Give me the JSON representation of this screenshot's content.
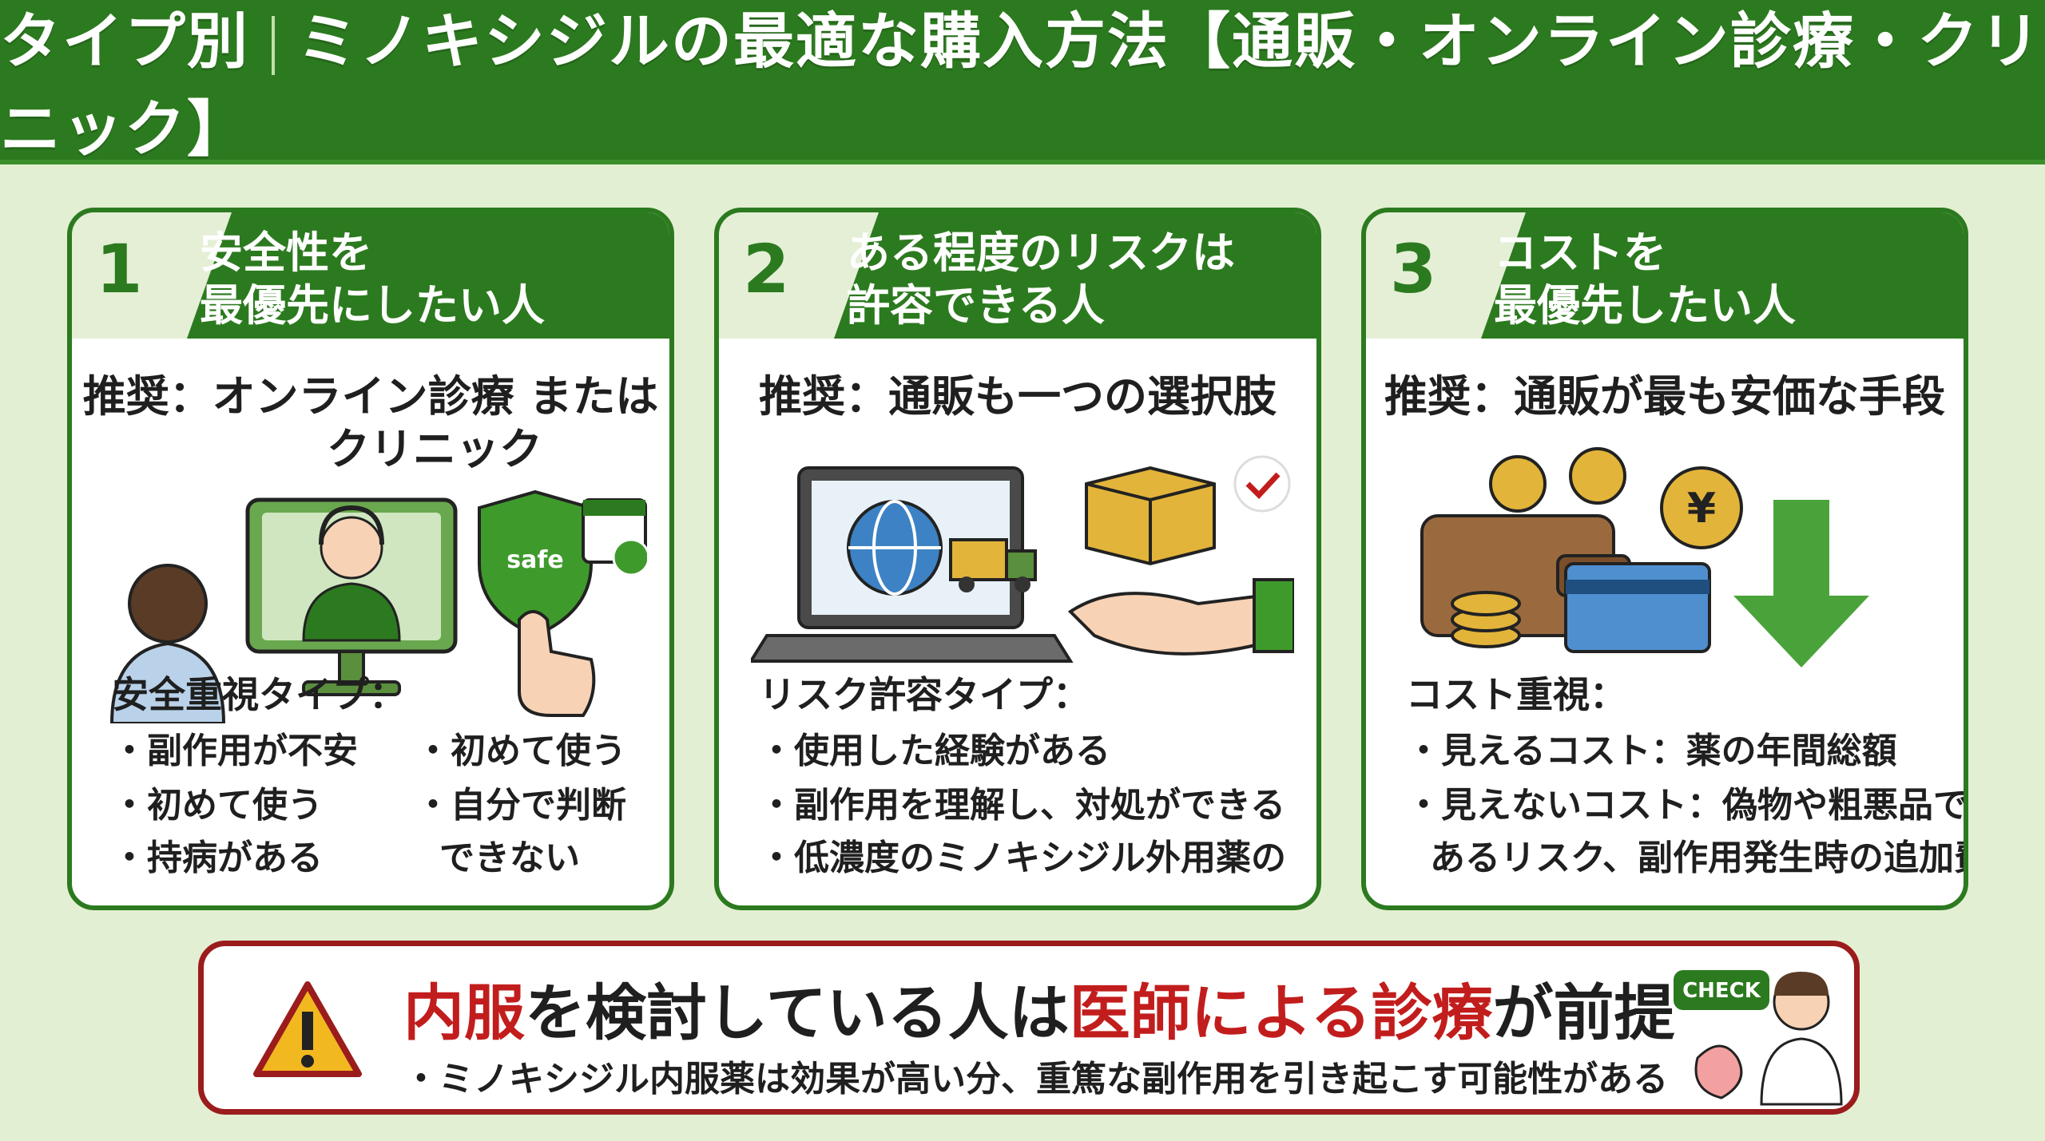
{
  "header": {
    "left": "タイプ別",
    "right": "ミノキシジルの最適な購入方法【通販・オンライン診療・クリニック】"
  },
  "cards": [
    {
      "num": "1",
      "title_line1": "安全性を",
      "title_line2": "最優先にしたい人",
      "rec_line1": "推奨：オンライン診療 または",
      "rec_line2": "クリニック",
      "icon_text": "safe",
      "sub_title": "安全重視タイプ：",
      "bullets": [
        "・副作用が不安",
        "・初めて使う",
        "・持病がある",
        "・初めて使う",
        "・自分で判断",
        "できない"
      ]
    },
    {
      "num": "2",
      "title_line1": "ある程度のリスクは",
      "title_line2": "許容できる人",
      "rec_line1": "推奨：通販も一つの選択肢",
      "sub_title": "リスク許容タイプ：",
      "bullets": [
        "・使用した経験がある",
        "・副作用を理解し、対処ができる",
        "・低濃度のミノキシジル外用薬の"
      ]
    },
    {
      "num": "3",
      "title_line1": "コストを",
      "title_line2": "最優先したい人",
      "rec_line1": "推奨：通販が最も安価な手段",
      "yen": "¥",
      "sub_title": "コスト重視：",
      "bullets": [
        "・見えるコスト：薬の年間総額",
        "・見えないコスト：偽物や粗悪品で",
        "あるリスク、副作用発生時の追加費用"
      ]
    }
  ],
  "banner": {
    "part1": "内服",
    "part2": "を検討している人は",
    "part3": "医師による診療",
    "part4": "が前提",
    "sub": "・ミノキシジル内服薬は効果が高い分、重篤な副作用を引き起こす可能性がある",
    "check": "CHECK"
  },
  "colors": {
    "brand_green": "#2c7a1f",
    "warning_red": "#c21d1d",
    "background": "#e3efd2"
  }
}
